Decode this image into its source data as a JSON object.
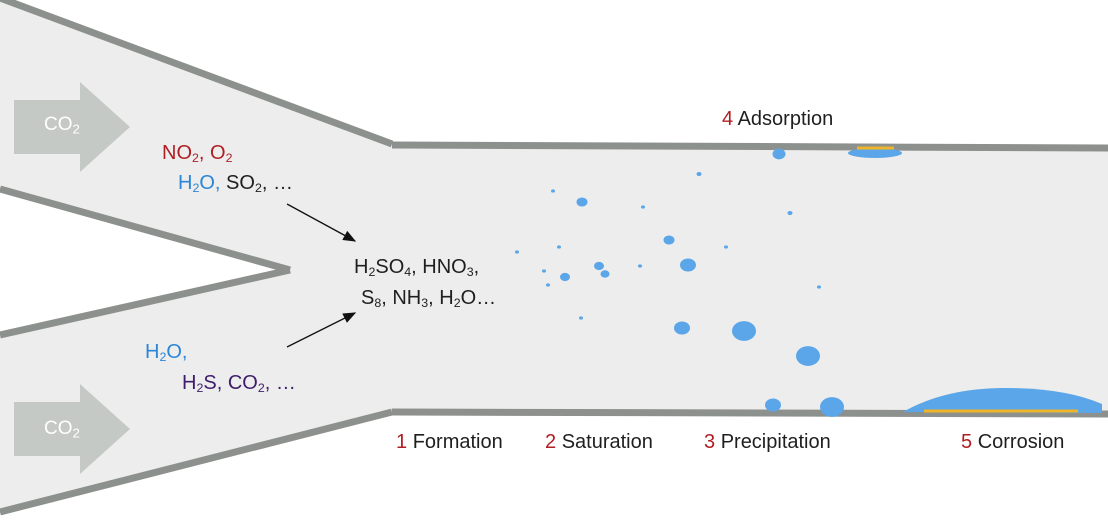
{
  "colors": {
    "pipe_fill": "#ededed",
    "pipe_wall": "#8c918e",
    "arrow_fill": "#c4c9c6",
    "droplet": "#5aa6e8",
    "deposit_line": "#f0b429",
    "step_number": "#b01e23",
    "oxidant_text": "#b01e23",
    "water_text": "#2a86d6",
    "sulfur_text": "#3f1d6b",
    "body_text": "#1f1f1f"
  },
  "inlet_arrows": [
    {
      "label": "CO",
      "sub": "2",
      "icon": "arrow-right-icon"
    },
    {
      "label": "CO",
      "sub": "2",
      "icon": "arrow-right-icon"
    }
  ],
  "upper_inlet": {
    "line1": {
      "a": "NO",
      "a_sub": "2",
      "sep": ", ",
      "b": "O",
      "b_sub": "2"
    },
    "line2": {
      "a": "H",
      "a_sub": "2",
      "a_rest": "O,",
      "b": " SO",
      "b_sub": "2",
      "b_rest": ", …"
    }
  },
  "lower_inlet": {
    "line1": {
      "a": "H",
      "a_sub": "2",
      "a_rest": "O,"
    },
    "line2": {
      "a": "H",
      "a_sub": "2",
      "a_rest": "S, CO",
      "b_sub": "2",
      "b_rest": ", …"
    }
  },
  "products": {
    "line1": {
      "a": "H",
      "a_sub1": "2",
      "a_mid": "SO",
      "a_sub2": "4",
      "a_rest": ", HNO",
      "b_sub": "3",
      "b_rest": ","
    },
    "line2": {
      "a": "S",
      "a_sub": "8",
      "a_rest": ", NH",
      "b_sub": "3",
      "b_rest": ", H",
      "c_sub": "2",
      "c_rest": "O…"
    }
  },
  "steps": [
    {
      "number": "1",
      "label": "Formation"
    },
    {
      "number": "2",
      "label": "Saturation"
    },
    {
      "number": "3",
      "label": "Precipitation"
    },
    {
      "number": "4",
      "label": "Adsorption"
    },
    {
      "number": "5",
      "label": "Corrosion"
    }
  ]
}
